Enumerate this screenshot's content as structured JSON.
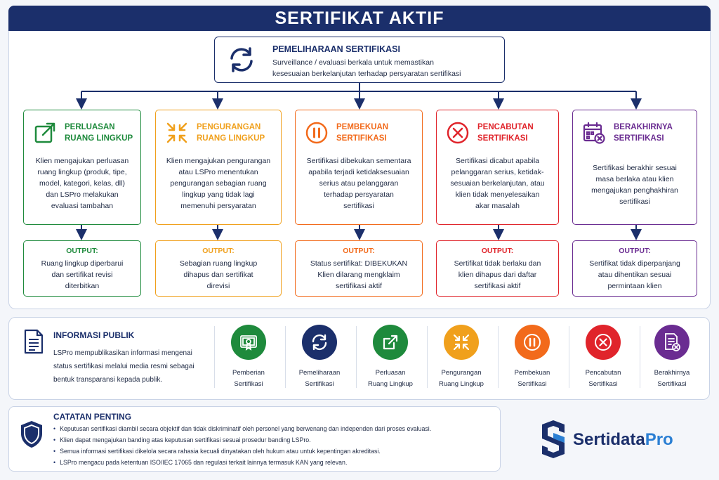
{
  "title": "SERTIFIKAT AKTIF",
  "top": {
    "title": "PEMELIHARAAN SERTIFIKASI",
    "desc_line1": "Surveillance / evaluasi berkala untuk memastikan",
    "desc_line2": "kesesuaian berkelanjutan terhadap persyaratan sertifikasi"
  },
  "colors": {
    "navy": "#1b2f6b",
    "green": "#1e8a3c",
    "orange": "#f0a01c",
    "orange_red": "#f26a1b",
    "red": "#e0242b",
    "purple": "#6a2c91"
  },
  "cards": [
    {
      "title1": "PERLUASAN",
      "title2": "RUANG LINGKUP",
      "icon": "expand-icon",
      "body": [
        "Klien mengajukan perluasan",
        "ruang lingkup (produk, tipe,",
        "model, kategori, kelas, dll)",
        "dan LSPro melakukan",
        "evaluasi tambahan"
      ],
      "output_label": "OUTPUT:",
      "output": [
        "Ruang lingkup diperbarui",
        "dan sertifikat revisi",
        "diterbitkan"
      ]
    },
    {
      "title1": "PENGURANGAN",
      "title2": "RUANG LINGKUP",
      "icon": "shrink-icon",
      "body": [
        "Klien mengajukan pengurangan",
        "atau LSPro menentukan",
        "pengurangan sebagian ruang",
        "lingkup yang tidak lagi",
        "memenuhi persyaratan"
      ],
      "output_label": "OUTPUT:",
      "output": [
        "Sebagian ruang lingkup",
        "dihapus dan sertifikat",
        "direvisi"
      ]
    },
    {
      "title1": "PEMBEKUAN",
      "title2": "SERTIFIKASI",
      "icon": "pause-icon",
      "body": [
        "Sertifikasi dibekukan sementara",
        "apabila terjadi ketidaksesuaian",
        "serius atau pelanggaran",
        "terhadap persyaratan",
        "sertifikasi"
      ],
      "output_label": "OUTPUT:",
      "output": [
        "Status sertifikat: DIBEKUKAN",
        "Klien dilarang mengklaim",
        "sertifikasi aktif"
      ]
    },
    {
      "title1": "PENCABUTAN",
      "title2": "SERTIFIKASI",
      "icon": "cancel-icon",
      "body": [
        "Sertifikasi dicabut apabila",
        "pelanggaran serius, ketidak-",
        "sesuaian berkelanjutan, atau",
        "klien tidak menyelesaikan",
        "akar masalah"
      ],
      "output_label": "OUTPUT:",
      "output": [
        "Sertifikat tidak berlaku dan",
        "klien dihapus dari daftar",
        "sertifikasi aktif"
      ]
    },
    {
      "title1": "BERAKHIRNYA",
      "title2": "SERTIFIKASI",
      "icon": "calendar-x-icon",
      "body": [
        "Sertifikasi berakhir sesuai",
        "masa berlaka atau klien",
        "mengajukan penghakhiran",
        "sertifikasi"
      ],
      "output_label": "OUTPUT:",
      "output": [
        "Sertifikat tidak diperpanjang",
        "atau dihentikan sesuai",
        "permintaan klien"
      ]
    }
  ],
  "info": {
    "title": "INFORMASI PUBLIK",
    "desc": "LSPro mempublikasikan informasi mengenai status sertifikasi melalui media resmi sebagai bentuk transparansi kepada publik."
  },
  "stages": [
    {
      "line1": "Pemberian",
      "line2": "Sertifikasi",
      "icon": "certificate-icon"
    },
    {
      "line1": "Pemeliharaan",
      "line2": "Sertifikasi",
      "icon": "refresh-icon"
    },
    {
      "line1": "Perluasan",
      "line2": "Ruang Lingkup",
      "icon": "expand-icon"
    },
    {
      "line1": "Pengurangan",
      "line2": "Ruang Lingkup",
      "icon": "shrink-icon"
    },
    {
      "line1": "Pembekuan",
      "line2": "Sertifikasi",
      "icon": "pause-icon"
    },
    {
      "line1": "Pencabutan",
      "line2": "Sertifikasi",
      "icon": "cancel-icon"
    },
    {
      "line1": "Berakhirnya",
      "line2": "Sertifikasi",
      "icon": "document-x-icon"
    }
  ],
  "notes": {
    "title": "CATATAN PENTING",
    "items": [
      "Keputusan sertifikasi diambil secara objektif dan tidak diskriminatif oleh personel yang berwenang dan independen dari proses evaluasi.",
      "Klien dapat mengajukan banding atas keputusan sertifikasi sesuai prosedur banding LSPro.",
      "Semua informasi sertifikasi dikelola secara rahasia kecuali dinyatakan oleh hukum atau untuk kepentingan akreditasi.",
      "LSPro mengacu pada ketentuan ISO/IEC 17065 dan regulasi terkait lainnya termasuk KAN yang relevan."
    ]
  },
  "brand": {
    "part1": "Sertidata",
    "part2": "Pro"
  }
}
